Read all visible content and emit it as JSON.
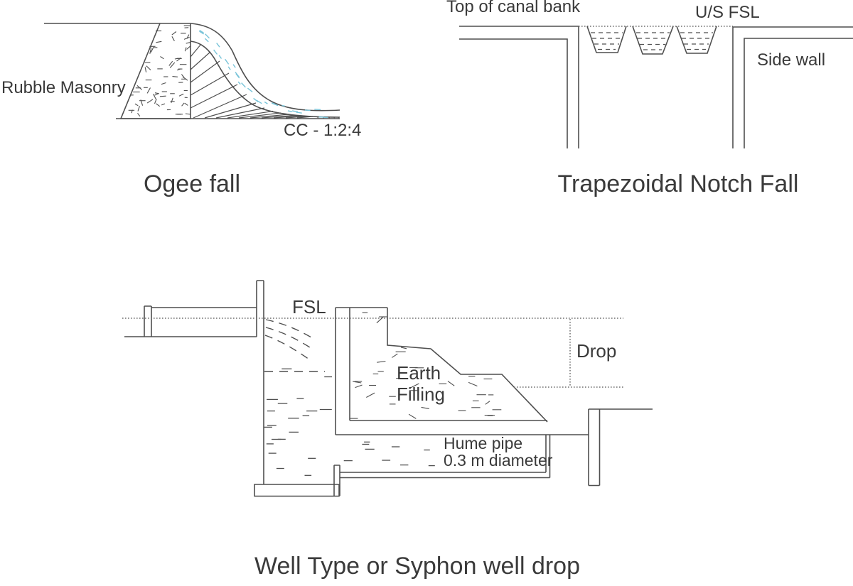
{
  "canvas": {
    "background": "#ffffff",
    "line_color": "#4f4f4f",
    "dotted_line_color": "#6f6f6f",
    "water_flow_color": "#79c4d9",
    "text_color": "#3a3a3a"
  },
  "ogee_fall": {
    "title": "Ogee fall",
    "rubble_masonry_label": "Rubble Masonry",
    "concrete_mix_label": "CC - 1:2:4"
  },
  "trapezoidal_notch_fall": {
    "title": "Trapezoidal Notch Fall",
    "top_of_canal_bank_label": "Top of canal bank",
    "us_fsl_label": "U/S FSL",
    "side_wall_label": "Side wall"
  },
  "well_drop": {
    "title": "Well Type or Syphon well drop",
    "fsl_label": "FSL",
    "earth_filling_label_line1": "Earth",
    "earth_filling_label_line2": "Filling",
    "drop_label": "Drop",
    "hume_pipe_label_line1": "Hume pipe",
    "hume_pipe_label_line2": "0.3 m diameter"
  }
}
